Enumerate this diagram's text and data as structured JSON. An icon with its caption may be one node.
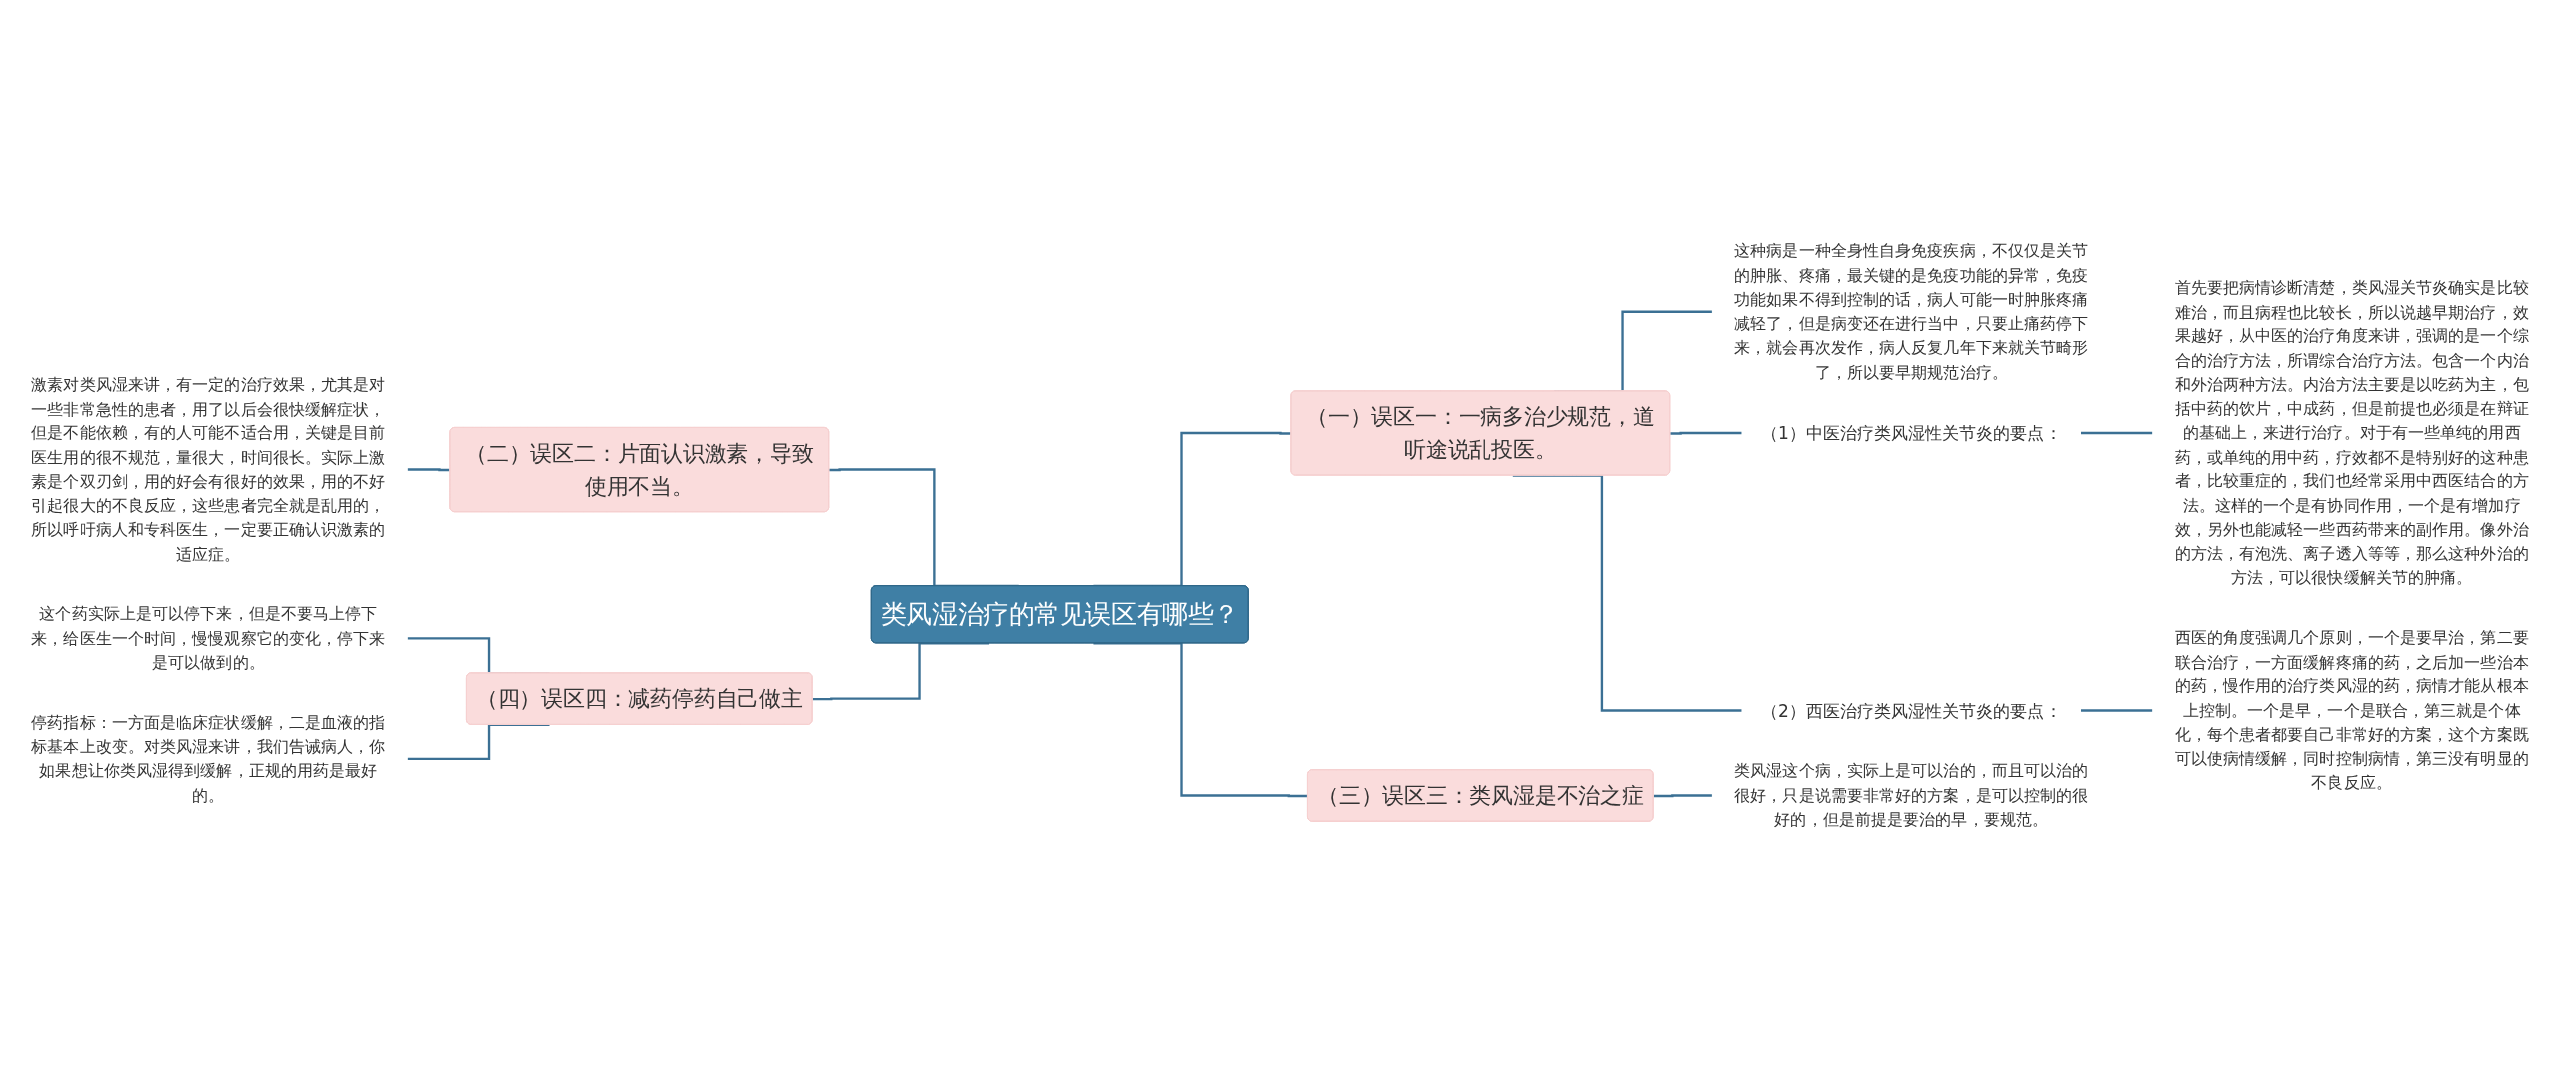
{
  "diagram": {
    "nodes": [
      {
        "text": [
          "类风湿治疗的常见误区有哪些？"
        ]
      },
      {
        "text": [
          "（一）误区一：一病多治少规范，道听途说乱投医。"
        ]
      },
      {
        "text": [
          "这种病是一种全身性自身免疫疾病，不仅仅是关节的肿胀、疼痛，最关键的是免疫功能的异常，免疫功能如果不得到控制的话，病人可能一时肿胀疼痛减轻了，但是病变还在进行当中，只要止痛药停下来，就会再次发作，病人反复几年下来就关节畸形了，所以要早期规范治疗。"
        ]
      },
      {
        "text": [
          "（1）中医治疗类风湿性关节炎的要点："
        ]
      },
      {
        "text": [
          "首先要把病情诊断清楚，类风湿关节炎确实是比较难治，而且病程也比较长，所以说越早期治疗，效果越好，从中医的治疗角度来讲，强调的是一个综合的治疗方法，所谓综合治疗方法。包含一个内治和外治两种方法。内治方法主要是以吃药为主，包括中药的饮片，中成药，但是前提也必须是在辩证的基础上，来进行治疗。对于有一些单纯的用西药，或单纯的用中药，疗效都不是特别好的这种患者，比较重症的，我们也经常采用中西医结合的方法。这样的一个是有协同作用，一个是有增加疗效，另外也能减轻一些西药带来的副作用。像外治的方法，有泡洗、离子透入等等，那么这种外治的方法，可以很快缓解关节的肿痛。"
        ]
      },
      {
        "text": [
          "（2）西医治疗类风湿性关节炎的要点："
        ]
      },
      {
        "text": [
          "西医的角度强调几个原则，一个是要早治，第二要联合治疗，一方面缓解疼痛的药，之后加一些治本的药，慢作用的治疗类风湿的药，病情才能从根本上控制。一个是早，一个是联合，第三就是个体化，每个患者都要自己非常好的方案，这个方案既可以使病情缓解，同时控制病情，第三没有明显的不良反应。"
        ]
      },
      {
        "text": [
          "（三）误区三：类风湿是不治之症"
        ]
      },
      {
        "text": [
          "类风湿这个病，实际上是可以治的，而且可以治的很好，只是说需要非常好的方案，是可以控制的很好的，但是前提是要治的早，要规范。"
        ]
      },
      {
        "text": [
          "（二）误区二：片面认识激素，导致使用不当。"
        ]
      },
      {
        "text": [
          "激素对类风湿来讲，有一定的治疗效果，尤其是对一些非常急性的患者，用了以后会很快缓解症状，但是不能依赖，有的人可能不适合用，关键是目前医生用的很不规范，量很大，时间很长。实际上激素是个双刃剑，用的好会有很好的效果，用的不好引起很大的不良反应，这些患者完全就是乱用的，所以呼吁病人和专科医生，一定要正确认识激素的适应症。"
        ]
      },
      {
        "text": [
          "（四）误区四：减药停药自己做主"
        ]
      },
      {
        "text": [
          "这个药实际上是可以停下来，但是不要马上停下来，给医生一个时间，慢慢观察它的变化，停下来是可以做到的。"
        ]
      },
      {
        "text": [
          "停药指标：一方面是临床症状缓解，二是血液的指标基本上改变。对类风湿来讲，我们告诫病人，你如果想让你类风湿得到缓解，正规的用药是最好的。"
        ]
      }
    ],
    "edges": [
      {
        "from": 0,
        "to": 1,
        "arrow": "none"
      },
      {
        "from": 1,
        "to": 2,
        "arrow": "none"
      },
      {
        "from": 1,
        "to": 3,
        "arrow": "none"
      },
      {
        "from": 3,
        "to": 4,
        "arrow": "none"
      },
      {
        "from": 1,
        "to": 5,
        "arrow": "none"
      },
      {
        "from": 5,
        "to": 6,
        "arrow": "none"
      },
      {
        "from": 0,
        "to": 7,
        "arrow": "none"
      },
      {
        "from": 7,
        "to": 8,
        "arrow": "none"
      },
      {
        "from": 0,
        "to": 9,
        "arrow": "none"
      },
      {
        "from": 9,
        "to": 10,
        "arrow": "none"
      },
      {
        "from": 0,
        "to": 11,
        "arrow": "none"
      },
      {
        "from": 11,
        "to": 12,
        "arrow": "none"
      },
      {
        "from": 11,
        "to": 13,
        "arrow": "none"
      }
    ]
  }
}
